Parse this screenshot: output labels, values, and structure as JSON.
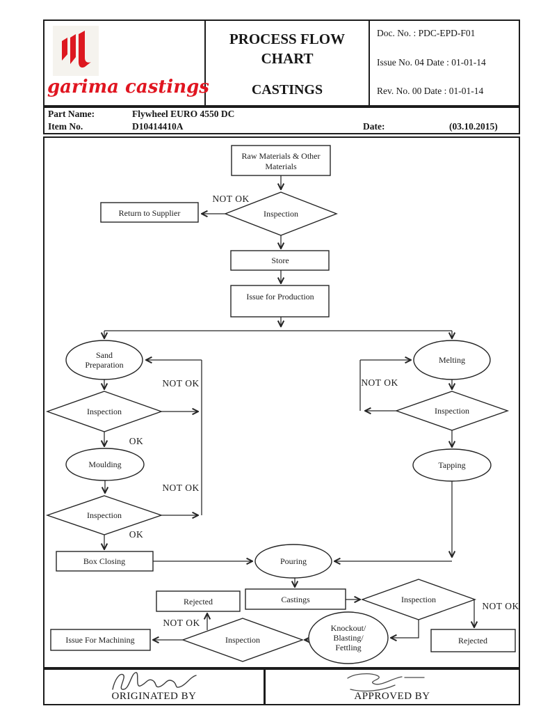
{
  "header": {
    "logo_text": "garima castings",
    "title": "PROCESS FLOW CHART",
    "subtitle": "CASTINGS",
    "doc_no": "Doc. No. : PDC-EPD-F01",
    "issue": "Issue No. 04 Date : 01-01-14",
    "rev": "Rev. No. 00 Date : 01-01-14"
  },
  "part_info": {
    "part_name_label": "Part Name:",
    "part_name": "Flywheel EURO 4550 DC",
    "item_no_label": "Item No.",
    "item_no": "D10414410A",
    "date_label": "Date:",
    "date_value": "(03.10.2015)"
  },
  "flowchart": {
    "nodes": {
      "raw_materials": {
        "line1": "Raw Materials & Other",
        "line2": "Materials"
      },
      "inspection_raw": "Inspection",
      "return_supplier": "Return to Supplier",
      "store": "Store",
      "issue_production": "Issue for Production",
      "sand_prep": {
        "line1": "Sand",
        "line2": "Preparation"
      },
      "inspection_sand": "Inspection",
      "moulding": "Moulding",
      "inspection_mould": "Inspection",
      "box_closing": "Box Closing",
      "melting": "Melting",
      "inspection_melt": "Inspection",
      "tapping": "Tapping",
      "pouring": "Pouring",
      "castings": "Castings",
      "inspection_cast": "Inspection",
      "rejected_right": "Rejected",
      "knockout": {
        "line1": "Knockout/",
        "line2": "Blasting/",
        "line3": "Fettling"
      },
      "inspection_final": "Inspection",
      "rejected_left": "Rejected",
      "issue_machining": "Issue For Machining"
    },
    "labels": {
      "not_ok": "NOT OK",
      "ok": "OK"
    }
  },
  "footer": {
    "originated_by": "ORIGINATED BY",
    "approved_by": "APPROVED BY"
  },
  "colors": {
    "brand_red": "#e01520",
    "ink": "#1c1c1c"
  }
}
